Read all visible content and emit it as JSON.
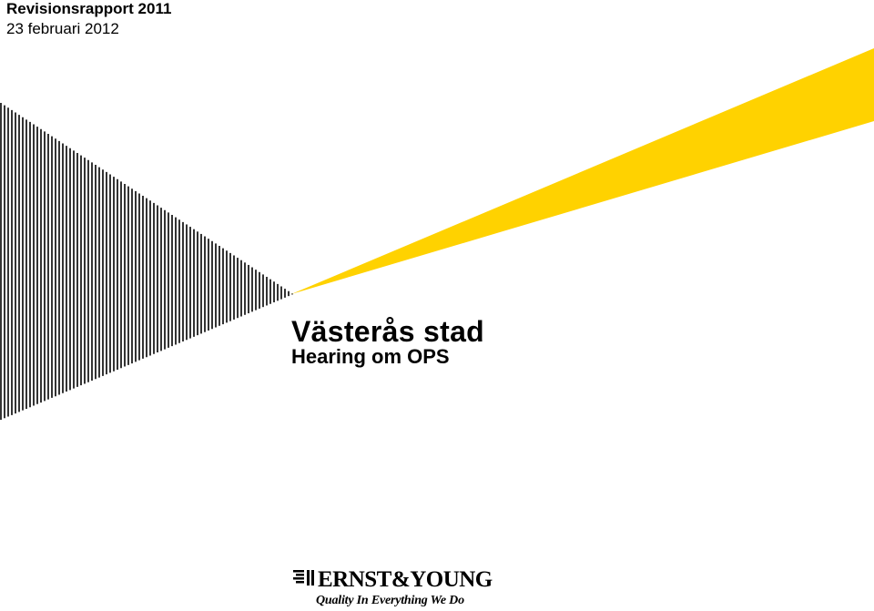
{
  "header": {
    "report_title": "Revisionsrapport 2011",
    "date": "23 februari 2012"
  },
  "title_block": {
    "title": "Västerås stad",
    "subtitle": "Hearing om OPS"
  },
  "logo": {
    "name_first": "ERNST",
    "ampersand": "&",
    "name_second": "YOUNG",
    "tagline": "Quality In Everything We Do"
  },
  "colors": {
    "accent_yellow": "#FFD200",
    "text": "#000000"
  }
}
